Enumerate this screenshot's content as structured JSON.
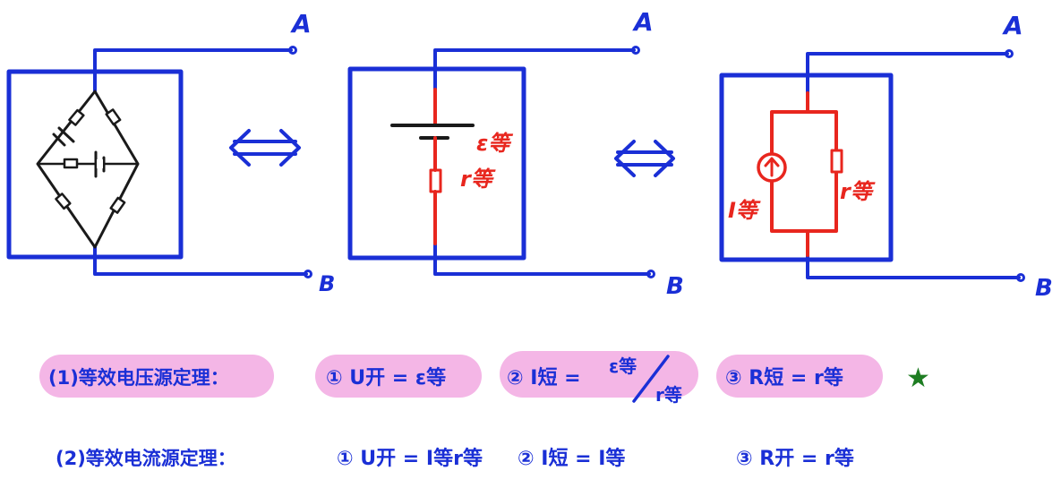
{
  "colors": {
    "ink_blue": "#1a2fd6",
    "ink_red": "#e8261e",
    "ink_black": "#1a1a1a",
    "ink_green": "#1e7d22",
    "highlight_pink": "#f4b6e6"
  },
  "terminals": {
    "a": "A",
    "b": "B"
  },
  "equivalence_symbol": "⇔",
  "circuit2": {
    "emf_label": "ε等",
    "r_label": "r等"
  },
  "circuit3": {
    "source_label": "I等",
    "r_label": "r等"
  },
  "theorem1": {
    "name": "(1)等效电压源定理：",
    "item1": "① U开 = ε等",
    "item2_prefix": "② I短 =",
    "item2_num": "ε等",
    "item2_den": "r等",
    "item3": "③ R短 = r等",
    "star": "★"
  },
  "theorem2": {
    "name": "(2)等效电流源定理：",
    "item1": "① U开 = I等r等",
    "item2": "② I短 = I等",
    "item3": "③ R开 = r等"
  }
}
